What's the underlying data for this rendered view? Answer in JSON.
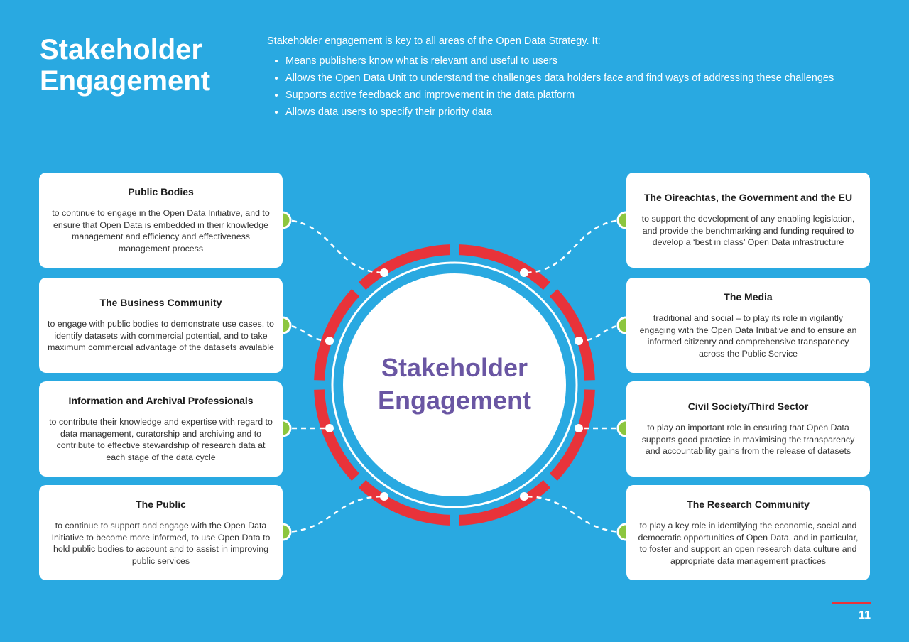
{
  "page": {
    "title_line1": "Stakeholder",
    "title_line2": "Engagement",
    "page_number": "11"
  },
  "intro": {
    "lead": "Stakeholder engagement is key to all areas of the Open Data Strategy. It:",
    "bullets": [
      "Means publishers know what is relevant and useful to users",
      "Allows the Open Data Unit to understand the challenges data holders face and find ways of addressing these challenges",
      "Supports active feedback and improvement in the data platform",
      "Allows data users to specify their priority data"
    ]
  },
  "center": {
    "line1": "Stakeholder",
    "line2": "Engagement"
  },
  "stakeholders": {
    "left": [
      {
        "title": "Public Bodies",
        "text": "to continue to engage in the Open Data Initiative, and to ensure that Open Data is embedded in their knowledge management and efficiency and effectiveness management process"
      },
      {
        "title": "The Business Community",
        "text": "to engage with public bodies to demonstrate use cases, to identify datasets with commercial potential, and to take maximum commercial advantage of the datasets available"
      },
      {
        "title": "Information and Archival Professionals",
        "text": "to contribute their knowledge and expertise with regard to data management, curatorship and archiving and to contribute to effective stewardship of research data at each stage of the data cycle"
      },
      {
        "title": "The Public",
        "text": "to continue to support and engage with the Open Data Initiative to become more informed, to use Open Data to hold public bodies to account and to assist in improving public services"
      }
    ],
    "right": [
      {
        "title": "The Oireachtas, the Government and the EU",
        "text": "to support the development of any enabling legislation, and provide the benchmarking and funding required to develop a ‘best in class’ Open Data infrastructure"
      },
      {
        "title": "The Media",
        "text": "traditional and social – to play its role in vigilantly engaging with the Open Data Initiative and to ensure an informed citizenry and comprehensive transparency across the Public Service"
      },
      {
        "title": "Civil Society/Third Sector",
        "text": "to play an important role in ensuring that Open Data supports good practice in maximising the transparency and accountability gains from the release of datasets"
      },
      {
        "title": "The Research Community",
        "text": "to play a key role in identifying the economic, social and democratic opportunities of Open Data, and in particular, to foster and support an open research data culture and appropriate data management practices"
      }
    ]
  },
  "colors": {
    "background": "#29a9e1",
    "ring_red": "#e8333a",
    "center_text": "#6a56a3",
    "connector_dot": "#8cc63f",
    "card": "#ffffff"
  }
}
